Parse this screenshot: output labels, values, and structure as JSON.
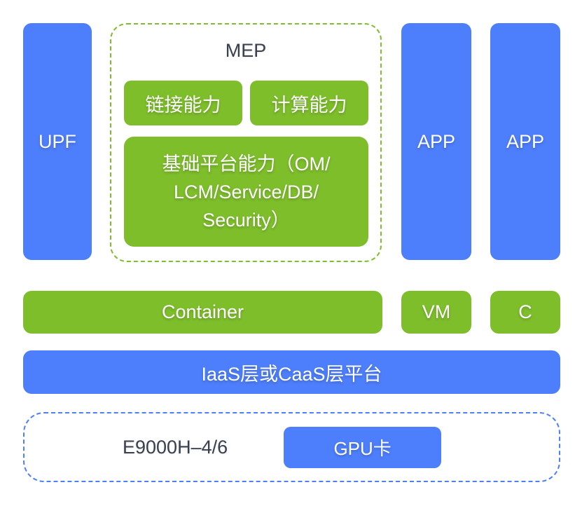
{
  "colors": {
    "block_blue": "#4d7efb",
    "block_green": "#7dbe2a",
    "dark_text": "#39414e",
    "block_text": "#ffffff"
  },
  "top_row": {
    "upf": {
      "label": "UPF"
    },
    "mep": {
      "title": "MEP",
      "capability_1": "链接能力",
      "capability_2": "计算能力",
      "platform_capability_lines": {
        "0": "基础平台能力（OM/",
        "1": "LCM/Service/DB/",
        "2": "Security）"
      }
    },
    "app_1": {
      "label": "APP"
    },
    "app_2": {
      "label": "APP"
    }
  },
  "virtualization_row": {
    "container": {
      "label": "Container"
    },
    "vm": {
      "label": "VM"
    },
    "c": {
      "label": "C"
    }
  },
  "platform_row": {
    "label": "IaaS层或CaaS层平台"
  },
  "hardware_row": {
    "server_model": "E9000H–4/6",
    "gpu_card": "GPU卡"
  }
}
